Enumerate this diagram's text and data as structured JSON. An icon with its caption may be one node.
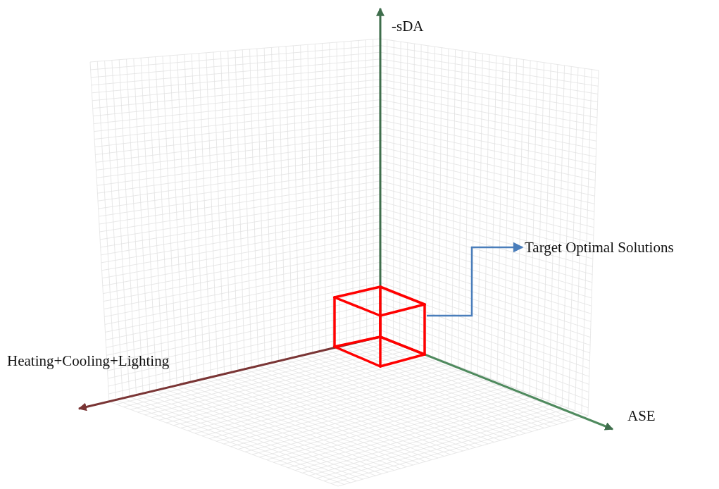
{
  "diagram": {
    "nodes": [
      {
        "text": [],
        "shape": "cube"
      },
      {
        "text": [
          "Target Optimal Solutions"
        ]
      }
    ],
    "edges": [
      {
        "from": 0,
        "to": 1,
        "arrow": "to",
        "color": "#4a7ebb"
      }
    ],
    "labels": [
      "-sDA",
      "Heating+Cooling+Lighting",
      "ASE"
    ]
  }
}
